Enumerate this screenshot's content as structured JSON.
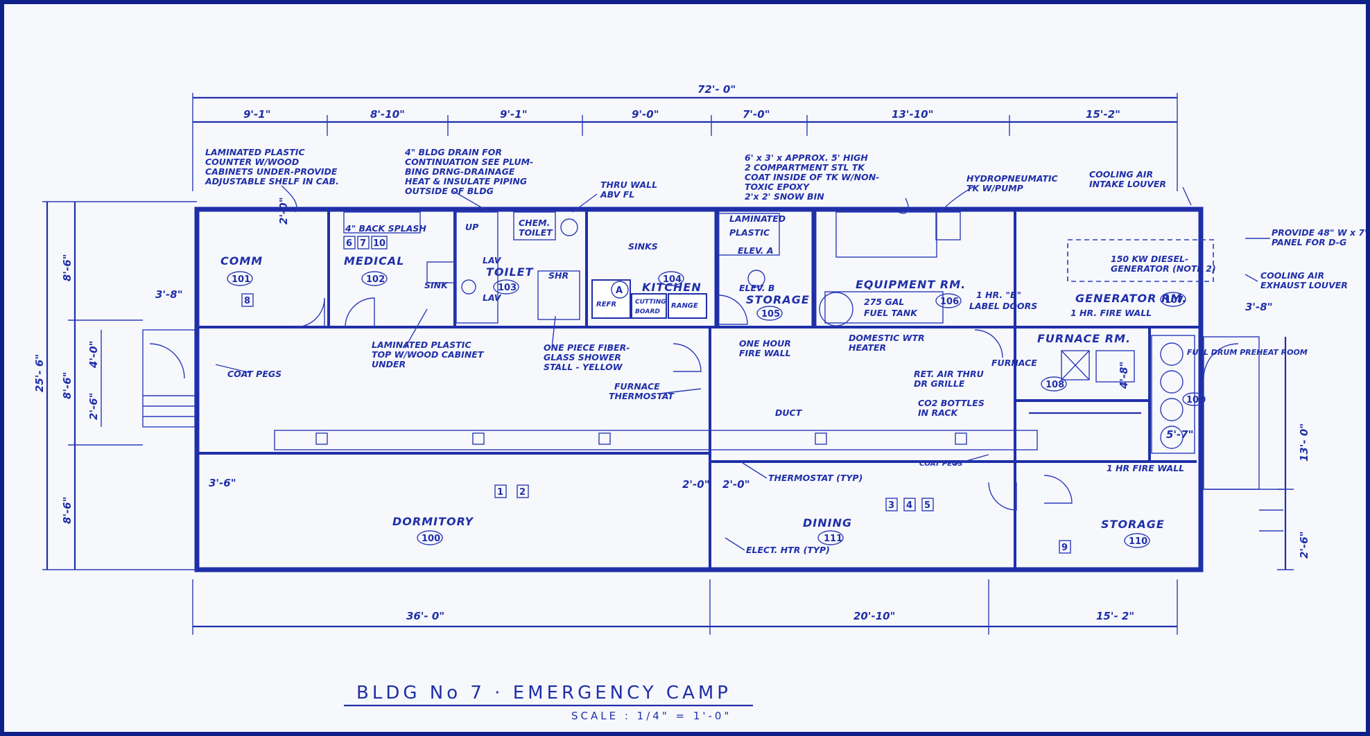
{
  "title": "BLDG No 7 · EMERGENCY  CAMP",
  "scale": "SCALE : 1/4\" = 1'-0\"",
  "dimensions": {
    "overall": "72'- 0\"",
    "top": [
      "9'-1\"",
      "8'-10\"",
      "9'-1\"",
      "9'-0\"",
      "7'-0\"",
      "13'-10\"",
      "15'-2\""
    ],
    "bottom": [
      "36'- 0\"",
      "20'-10\"",
      "15'- 2\""
    ],
    "left_overall": "25'- 6\"",
    "left": [
      "8'-6\"",
      "8'-6\"",
      "8'-6\""
    ],
    "left_small": [
      "4'-0\"",
      "2'-6\""
    ],
    "right": [
      "13'- 0\"",
      "2'-6\""
    ],
    "stair_left": "3'-8\"",
    "stair_right": "3'-8\"",
    "small": [
      "2'-0\"",
      "3'-6\"",
      "2'-0\"",
      "2'-0\"",
      "5'-7\"",
      "4'-8\""
    ]
  },
  "rooms": [
    {
      "name": "COMM",
      "number": "101"
    },
    {
      "name": "MEDICAL",
      "number": "102"
    },
    {
      "name": "TOILET",
      "number": "103"
    },
    {
      "name": "KITCHEN",
      "number": "104"
    },
    {
      "name": "STORAGE",
      "number": "105"
    },
    {
      "name": "EQUIPMENT RM.",
      "number": "106"
    },
    {
      "name": "GENERATOR RM.",
      "number": "107"
    },
    {
      "name": "FURNACE RM.",
      "number": "108"
    },
    {
      "name": "FUEL DRUM PREHEAT ROOM",
      "number": "109"
    },
    {
      "name": "DORMITORY",
      "number": "100"
    },
    {
      "name": "DINING",
      "number": "111"
    },
    {
      "name": "STORAGE",
      "number": "110"
    }
  ],
  "notes": {
    "laminated_counter": [
      "LAMINATED PLASTIC",
      "COUNTER W/WOOD",
      "CABINETS UNDER-PROVIDE",
      "ADJUSTABLE SHELF IN CAB."
    ],
    "bldg_drain": [
      "4\" BLDG DRAIN FOR",
      "CONTINUATION SEE PLUM-",
      "BING DRNG-DRAINAGE",
      "HEAT & INSULATE PIPING",
      "OUTSIDE OF BLDG"
    ],
    "thru_wall": [
      "THRU WALL",
      "ABV FL"
    ],
    "fuel_tank_note": [
      "6' x 3' x APPROX. 5' HIGH",
      "2 COMPARTMENT STL TK",
      "COAT INSIDE OF TK W/NON-",
      "TOXIC EPOXY",
      "2'x 2' SNOW BIN"
    ],
    "hydro": [
      "HYDROPNEUMATIC",
      "TK W/PUMP"
    ],
    "cooling_intake": [
      "COOLING AIR",
      "INTAKE LOUVER"
    ],
    "provide_panel": [
      "PROVIDE 48\" W x 7'",
      "PANEL FOR D-G"
    ],
    "cooling_exhaust": [
      "COOLING AIR",
      "EXHAUST LOUVER"
    ],
    "generator": [
      "150 KW DIESEL-",
      "GENERATOR (NOTE 2)"
    ],
    "back_splash": "4\" BACK SPLASH",
    "up": "UP",
    "chem_toilet": [
      "CHEM.",
      "TOILET"
    ],
    "sinks": "SINKS",
    "laminated_plastic": [
      "LAMINATED",
      "PLASTIC"
    ],
    "elev_a": "ELEV. A",
    "elev_b": "ELEV. B",
    "fuel_tank": [
      "275 GAL",
      "FUEL TANK"
    ],
    "label_doors": [
      "1 HR. \"B\"",
      "LABEL DOORS"
    ],
    "fire_wall_1hr": "1 HR. FIRE WALL",
    "lav": "LAV",
    "lav2": "LAV",
    "sink": "SINK",
    "shr": "SHR",
    "repr": "REFR",
    "cutting_board": [
      "CUTTING",
      "BOARD"
    ],
    "range": "RANGE",
    "laminated_top": [
      "LAMINATED PLASTIC",
      "TOP W/WOOD CABINET",
      "UNDER"
    ],
    "shower": [
      "ONE PIECE FIBER-",
      "GLASS SHOWER",
      "STALL - YELLOW"
    ],
    "one_hour_fire": [
      "ONE HOUR",
      "FIRE WALL"
    ],
    "domestic_heater": [
      "DOMESTIC WTR",
      "HEATER"
    ],
    "ret_air": [
      "RET. AIR THRU",
      "DR GRILLE"
    ],
    "furnace": "FURNACE",
    "co2": [
      "CO2 BOTTLES",
      "IN RACK"
    ],
    "coat_pegs": "COAT PEGS",
    "furnace_thermostat": [
      "FURNACE",
      "THERMOSTAT"
    ],
    "duct": "DUCT",
    "coat_pegs2": "COAT PEGS",
    "thermostat_typ": "THERMOSTAT (TYP)",
    "elect_htr": "ELECT. HTR (TYP)",
    "fire_wall_1hr_2": "1 HR FIRE WALL",
    "kitchen_mark": "A"
  },
  "equipment_numbers": [
    "8",
    "6",
    "7",
    "10",
    "1",
    "2",
    "3",
    "4",
    "5",
    "9"
  ]
}
